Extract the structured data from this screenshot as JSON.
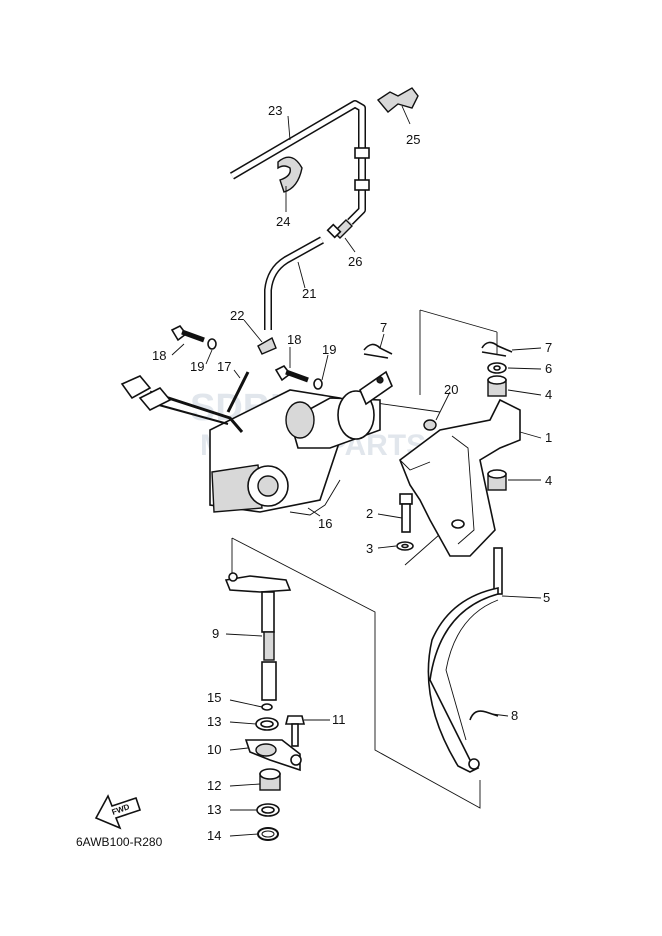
{
  "diagram_code": "6AWB100-R280",
  "direction_marker": "FWD",
  "watermark": {
    "line1": "SDBUK",
    "line2": "MARINE PARTS"
  },
  "callouts": [
    {
      "id": "1",
      "part": "bracket"
    },
    {
      "id": "2",
      "part": "bolt"
    },
    {
      "id": "3",
      "part": "washer"
    },
    {
      "id": "4",
      "part": "bushing"
    },
    {
      "id": "5",
      "part": "throttle-lever"
    },
    {
      "id": "6",
      "part": "washer"
    },
    {
      "id": "7",
      "part": "clip"
    },
    {
      "id": "8",
      "part": "clip"
    },
    {
      "id": "9",
      "part": "shaft"
    },
    {
      "id": "10",
      "part": "lever"
    },
    {
      "id": "11",
      "part": "bolt"
    },
    {
      "id": "12",
      "part": "bushing"
    },
    {
      "id": "13",
      "part": "washer"
    },
    {
      "id": "14",
      "part": "circlip"
    },
    {
      "id": "15",
      "part": "o-ring"
    },
    {
      "id": "16",
      "part": "actuator-assembly"
    },
    {
      "id": "17",
      "part": "cable-tie"
    },
    {
      "id": "18",
      "part": "bolt"
    },
    {
      "id": "19",
      "part": "washer"
    },
    {
      "id": "20",
      "part": "collar"
    },
    {
      "id": "21",
      "part": "hose"
    },
    {
      "id": "22",
      "part": "clip"
    },
    {
      "id": "23",
      "part": "hose"
    },
    {
      "id": "24",
      "part": "holder"
    },
    {
      "id": "25",
      "part": "clamp"
    },
    {
      "id": "26",
      "part": "joint"
    }
  ]
}
